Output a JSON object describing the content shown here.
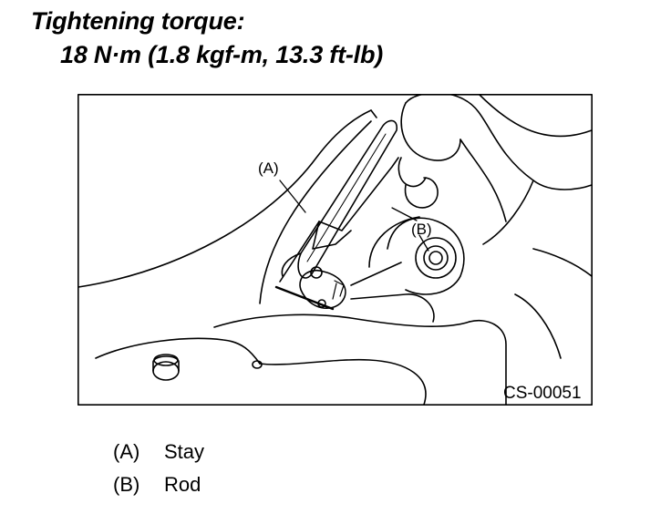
{
  "heading": {
    "title": "Tightening torque:",
    "value": "18 N·m (1.8 kgf-m, 13.3 ft-lb)"
  },
  "figure": {
    "callout_a": "(A)",
    "callout_b": "(B)",
    "figure_id": "CS-00051"
  },
  "legend": [
    {
      "key": "(A)",
      "label": "Stay"
    },
    {
      "key": "(B)",
      "label": "Rod"
    }
  ]
}
